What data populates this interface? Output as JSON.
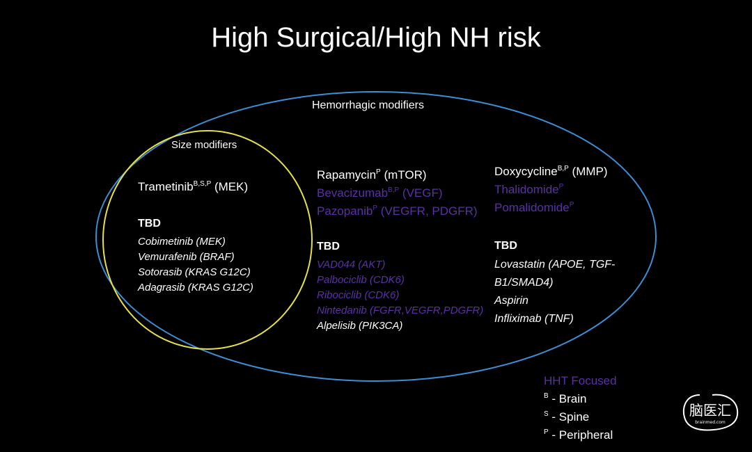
{
  "title": "High Surgical/High NH risk",
  "outer": {
    "label": "Hemorrhagic modifiers"
  },
  "inner": {
    "label": "Size modifiers",
    "drug": {
      "name": "Trametinib",
      "sup": "B,S,P",
      "target": " (MEK)"
    },
    "tbd": "TBD",
    "tbd_items": [
      "Cobimetinib (MEK)",
      "Vemurafenib (BRAF)",
      "Sotorasib (KRAS G12C)",
      "Adagrasib (KRAS G12C)"
    ]
  },
  "middle": {
    "drugs": [
      {
        "name": "Rapamycin",
        "sup": "P",
        "target": " (mTOR)",
        "color": "#ffffff"
      },
      {
        "name": "Bevacizumab",
        "sup": "B,P",
        "target": " (VEGF)",
        "color": "#5b30a8"
      },
      {
        "name": "Pazopanib",
        "sup": "P",
        "target": " (VEGFR, PDGFR)",
        "color": "#5b30a8"
      }
    ],
    "tbd": "TBD",
    "tbd_items": [
      {
        "text": "VAD044 (AKT)",
        "color": "#5b30a8"
      },
      {
        "text": "Palbociclib (CDK6)",
        "color": "#5b30a8"
      },
      {
        "text": "Ribociclib (CDK6)",
        "color": "#5b30a8"
      },
      {
        "text": "Nintedanib (FGFR,VEGFR,PDGFR)",
        "color": "#5b30a8"
      },
      {
        "text": "Alpelisib (PIK3CA)",
        "color": "#ffffff"
      }
    ]
  },
  "right": {
    "drugs": [
      {
        "name": "Doxycycline",
        "sup": "B,P",
        "target": " (MMP)",
        "color": "#ffffff"
      },
      {
        "name": "Thalidomide",
        "sup": "P",
        "target": "",
        "color": "#5b30a8"
      },
      {
        "name": "Pomalidomide",
        "sup": "P",
        "target": "",
        "color": "#5b30a8"
      }
    ],
    "tbd": "TBD",
    "tbd_items": [
      "Lovastatin (APOE, TGF-",
      "B1/SMAD4)",
      "Aspirin",
      "Infliximab (TNF)"
    ]
  },
  "legend": {
    "heading": "HHT Focused",
    "heading_color": "#5b30a8",
    "items": [
      {
        "sup": "B",
        "text": " - Brain"
      },
      {
        "sup": "S",
        "text": " - Spine"
      },
      {
        "sup": "P",
        "text": " - Peripheral"
      }
    ]
  },
  "logo": {
    "text": "脑医汇",
    "subtext": "brainmed.com"
  },
  "colors": {
    "outer_ellipse": "#3a8fd6",
    "inner_ellipse": "#e6e04a",
    "purple": "#5b30a8",
    "background": "#000000"
  }
}
